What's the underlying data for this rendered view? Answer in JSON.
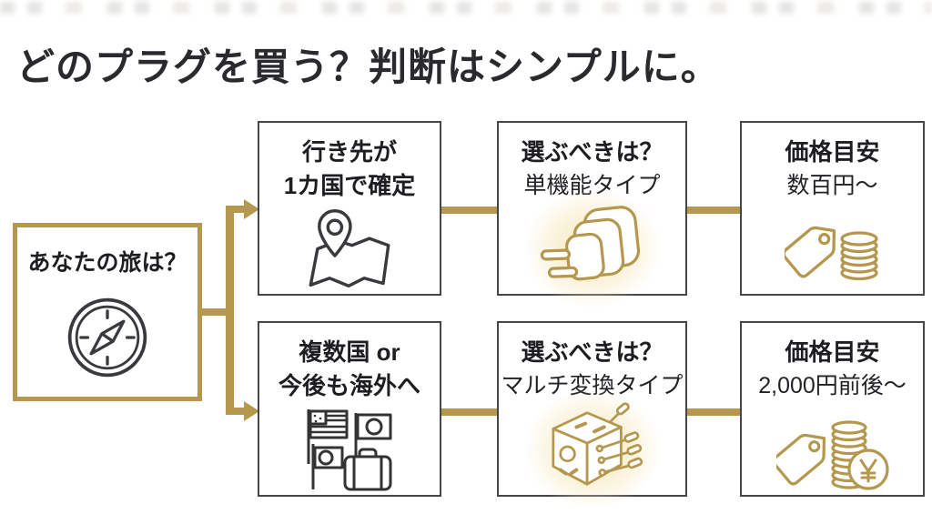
{
  "page": {
    "title": "どのプラグを買う？判断はシンプルに。"
  },
  "colors": {
    "accent_gold": "#b5974e",
    "step_border": "#46464a",
    "text_dark": "#1e1e22",
    "glow": "#f6e6b7",
    "background": "#ffffff"
  },
  "flow": {
    "source": {
      "label": "あなたの旅は？",
      "icon": "compass-icon"
    },
    "rows": [
      {
        "name": "single-country-route",
        "steps": [
          {
            "line1": "行き先が",
            "line2": "1カ国で確定",
            "icon": "map-pin-icon"
          },
          {
            "heading": "選ぶべきは？",
            "sub": "単機能タイプ",
            "icon": "single-plug-icon"
          },
          {
            "heading": "価格目安",
            "sub": "数百円〜",
            "icon": "price-tag-coins-icon"
          }
        ]
      },
      {
        "name": "multi-country-route",
        "steps": [
          {
            "line1": "複数国 or",
            "line2": "今後も海外へ",
            "icon": "flags-suitcase-icon"
          },
          {
            "heading": "選ぶべきは？",
            "sub": "マルチ変換タイプ",
            "icon": "multi-adapter-icon"
          },
          {
            "heading": "価格目安",
            "sub": "2,000円前後〜",
            "icon": "price-tag-coins-yen-icon"
          }
        ]
      }
    ]
  }
}
